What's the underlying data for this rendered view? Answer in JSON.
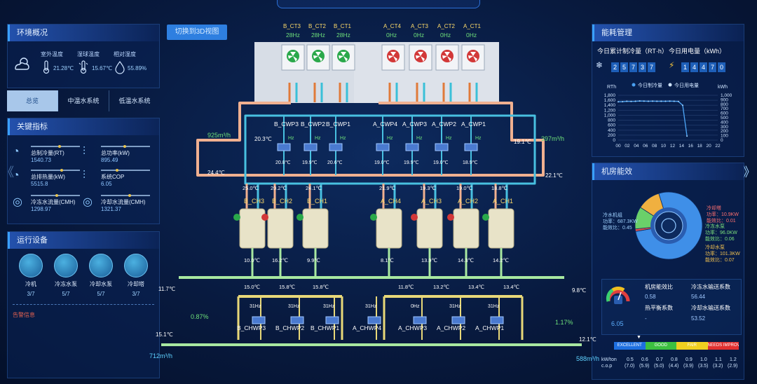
{
  "nav": {
    "prev_icon": "chevron-left-icon",
    "next_icon": "chevron-right-icon",
    "prev": "《",
    "next": "》"
  },
  "switch_3d_label": "切换到3D视图",
  "env": {
    "title": "环境概况",
    "items": [
      {
        "label": "室外温度",
        "value": "21.28℃",
        "icon": "thermometer-icon"
      },
      {
        "label": "湿球温度",
        "value": "15.67℃",
        "icon": "wet-bulb-icon"
      },
      {
        "label": "相对湿度",
        "value": "55.89%",
        "icon": "humidity-icon"
      }
    ],
    "weather_icon": "partly-cloudy-icon"
  },
  "tabs": [
    {
      "label": "总览",
      "active": true
    },
    {
      "label": "中温水系统",
      "active": false
    },
    {
      "label": "低温水系统",
      "active": false
    }
  ],
  "kpi": {
    "title": "关键指标",
    "items": [
      {
        "label": "总制冷量(RT)",
        "value": "1540.73",
        "level": 0.55
      },
      {
        "label": "总功率(kW)",
        "value": "895.49",
        "level": 0.45
      },
      {
        "label": "总排热量(kW)",
        "value": "5515.8",
        "level": 0.6
      },
      {
        "label": "系统COP",
        "value": "6.05",
        "level": 0.3
      },
      {
        "label": "冷冻水流量(CMH)",
        "value": "1298.97",
        "level": 0.5
      },
      {
        "label": "冷却水流量(CMH)",
        "value": "1321.37",
        "level": 0.55
      }
    ]
  },
  "equipment": {
    "title": "运行设备",
    "items": [
      {
        "name": "冷机",
        "count": "3/7"
      },
      {
        "name": "冷冻水泵",
        "count": "5/7"
      },
      {
        "name": "冷却水泵",
        "count": "5/7"
      },
      {
        "name": "冷却塔",
        "count": "3/7"
      }
    ],
    "alarm": "告警信息"
  },
  "energy": {
    "title": "能耗管理",
    "cold_label": "今日累计制冷量（RT·h）",
    "cold_digits": [
      "2",
      "5",
      "7",
      "3",
      "7"
    ],
    "power_label": "今日用电量（kWh）",
    "power_digits": [
      "1",
      "4",
      "4",
      "7",
      "0"
    ]
  },
  "chart_data": {
    "type": "line",
    "legend": [
      "今日制冷量",
      "今日用电量"
    ],
    "x_ticks": [
      "00",
      "02",
      "04",
      "06",
      "08",
      "10",
      "12",
      "14",
      "16",
      "18",
      "20",
      "22"
    ],
    "left_unit": "RTh",
    "right_unit": "kWh",
    "left_ticks": [
      "1,800",
      "1,600",
      "1,400",
      "1,200",
      "1,000",
      "800",
      "600",
      "400",
      "200",
      "0"
    ],
    "right_ticks": [
      "1,000",
      "900",
      "800",
      "700",
      "600",
      "500",
      "400",
      "300",
      "200",
      "100",
      "0"
    ],
    "ylim_left": [
      0,
      1800
    ],
    "x": [
      0,
      1,
      2,
      3,
      4,
      5,
      6,
      7,
      8,
      9,
      10,
      11,
      12,
      13,
      14,
      15
    ],
    "series": [
      {
        "name": "今日制冷量",
        "values": [
          1540,
          1545,
          1560,
          1555,
          1560,
          1570,
          1565,
          1560,
          1565,
          1560,
          1562,
          1560,
          1565,
          1560,
          1555,
          1400,
          160
        ]
      },
      {
        "name": "今日用电量",
        "values": []
      }
    ]
  },
  "efficiency": {
    "title": "机房能效",
    "pie": [
      {
        "label": "冷水机组",
        "sub": "功率：687.3KW",
        "ratio": "能效比：0.45",
        "value": 77,
        "color": "#3f8fe8"
      },
      {
        "label": "冷却塔",
        "sub": "功率：10.9KW",
        "ratio": "能效比：0.01",
        "value": 1.2,
        "color": "#e05050"
      },
      {
        "label": "冷冻水泵",
        "sub": "功率：96.0KW",
        "ratio": "能效比：0.06",
        "value": 10.7,
        "color": "#6ad06a"
      },
      {
        "label": "冷却水泵",
        "sub": "功率：101.3KW",
        "ratio": "能效比：0.07",
        "value": 11.1,
        "color": "#f0b040"
      }
    ],
    "gauge_value": "6.05",
    "metrics": [
      {
        "label": "机房能效比",
        "value": "0.58"
      },
      {
        "label": "冷冻水输送系数",
        "value": "56.44"
      },
      {
        "label": "热平衡系数",
        "value": "-"
      },
      {
        "label": "冷却水输送系数",
        "value": "53.52"
      }
    ],
    "scale": {
      "segments": [
        {
          "label": "EXCELLENT",
          "color": "#1e6fe0"
        },
        {
          "label": "GOOD",
          "color": "#3cc040"
        },
        {
          "label": "FAIR",
          "color": "#f0d020"
        },
        {
          "label": "NEEDS IMPROVEMENT",
          "color": "#e03030"
        }
      ],
      "kw_label": "kW/ton",
      "cop_label": "c.o.p",
      "kw": [
        "0.5",
        "0.6",
        "0.7",
        "0.8",
        "0.9",
        "1.0",
        "1.1",
        "1.2"
      ],
      "cop": [
        "(7.0)",
        "(5.9)",
        "(5.0)",
        "(4.4)",
        "(3.9)",
        "(3.5)",
        "(3.2)",
        "(2.9)"
      ]
    }
  },
  "plant": {
    "towers": [
      {
        "name": "B_CT3",
        "hz": "28Hz",
        "on": true
      },
      {
        "name": "B_CT2",
        "hz": "28Hz",
        "on": true
      },
      {
        "name": "B_CT1",
        "hz": "28Hz",
        "on": true
      },
      {
        "name": "A_CT4",
        "hz": "0Hz",
        "on": false
      },
      {
        "name": "A_CT3",
        "hz": "0Hz",
        "on": false
      },
      {
        "name": "A_CT2",
        "hz": "0Hz",
        "on": false
      },
      {
        "name": "A_CT1",
        "hz": "0Hz",
        "on": false
      }
    ],
    "cwp": [
      "B_CWP3",
      "B_CWP2",
      "B_CWP1",
      "A_CWP4",
      "A_CWP3",
      "A_CWP2",
      "A_CWP1"
    ],
    "cwp_hz": [
      "Hz",
      "Hz",
      "Hz",
      "Hz",
      "Hz",
      "Hz",
      "Hz"
    ],
    "cwp_temps": [
      "20.8℃",
      "19.9℃",
      "20.6℃",
      "19.0℃",
      "19.9℃",
      "19.0℃",
      "18.9℃"
    ],
    "chillers": [
      "B_CH3",
      "B_CH2",
      "B_CH1",
      "A_CH4",
      "A_CH3",
      "A_CH2",
      "A_CH1"
    ],
    "ch_top_temps": [
      "25.0℃",
      "20.2℃",
      "24.1℃",
      "21.9℃",
      "19.3℃",
      "19.0℃",
      "18.8℃"
    ],
    "ch_bot_temps": [
      "10.0℃",
      "16.2℃",
      "9.9℃",
      "8.1℃",
      "13.9℃",
      "14.3℃",
      "14.2℃"
    ],
    "mid_temps": [
      "15.0℃",
      "15.8℃",
      "15.8℃",
      "11.8℃",
      "13.2℃",
      "13.4℃",
      "13.4℃"
    ],
    "chwp": [
      "B_CHWP3",
      "B_CHWP2",
      "B_CHWP1",
      "A_CHWP4",
      "A_CHWP3",
      "A_CHWP2",
      "A_CHWP1"
    ],
    "chwp_hz": [
      "31Hz",
      "31Hz",
      "31Hz",
      "31Hz",
      "0Hz",
      "31Hz",
      "31Hz"
    ],
    "flows": {
      "cw_left": "925m³/h",
      "cw_right": "397m³/h",
      "chw_left": "712m³/h",
      "chw_right": "588m³/h"
    },
    "temps": {
      "cw_left_top": "20.3℃",
      "cw_right_top": "19.1℃",
      "cw_left_mid": "24.4℃",
      "cw_right_mid": "22.1℃",
      "chw_left": "11.7℃",
      "chw_right": "9.8℃",
      "chw_left_bot": "15.1℃",
      "chw_right_bot": "12.1℃"
    },
    "valves": {
      "left": "0.87%",
      "right": "1.17%"
    }
  }
}
